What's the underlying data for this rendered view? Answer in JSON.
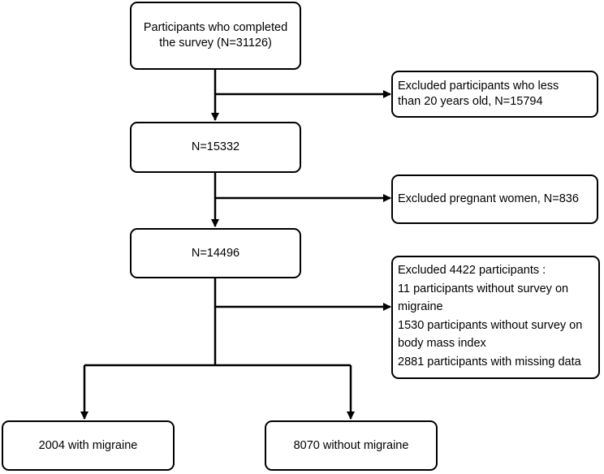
{
  "flowchart": {
    "start": {
      "lines": [
        "Participants who completed",
        "the survey (N=31126)"
      ]
    },
    "step2": {
      "label": "N=15332"
    },
    "step3": {
      "label": "N=14496"
    },
    "exclude1": {
      "lines": [
        "Excluded participants who less",
        "than 20 years old, N=15794"
      ]
    },
    "exclude2": {
      "label": "Excluded pregnant women, N=836"
    },
    "exclude3": {
      "lines": [
        "Excluded 4422 participants :",
        "11 participants without survey on",
        "migraine",
        "1530 participants without survey on",
        "body mass index",
        "2881 participants with missing data"
      ]
    },
    "outcome_left": {
      "label": "2004 with migraine"
    },
    "outcome_right": {
      "label": "8070 without migraine"
    }
  }
}
